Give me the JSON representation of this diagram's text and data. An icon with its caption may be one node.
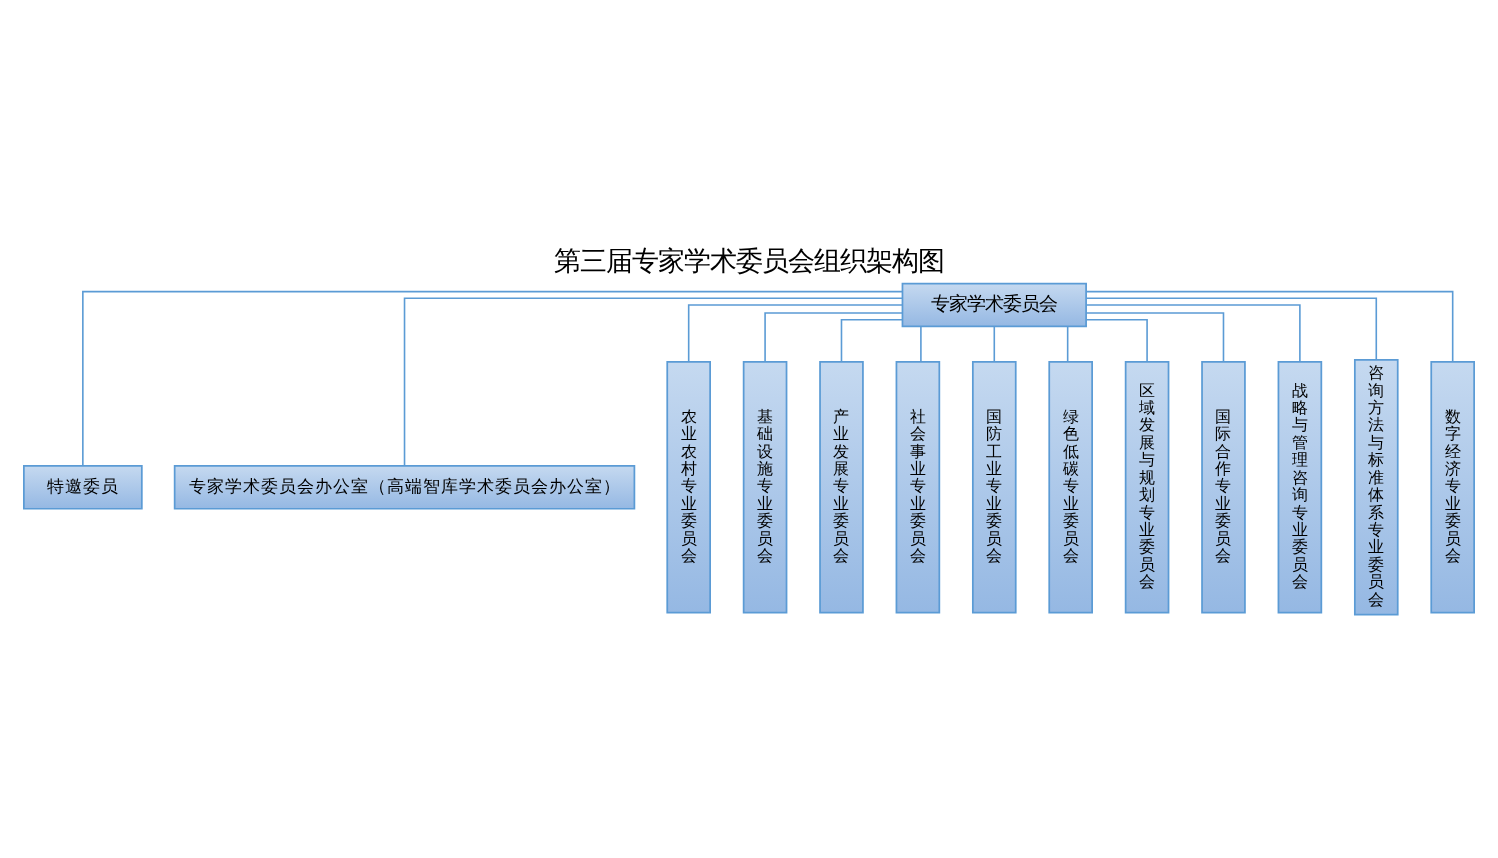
{
  "diagram": {
    "title": "第三届专家学术委员会组织架构图",
    "nodes": [
      {
        "text": [
          "专家学术委员会"
        ]
      },
      {
        "text": [
          "特邀委员"
        ]
      },
      {
        "text": [
          "专家学术委员会办公室（高端智库学术委员会办公室）"
        ]
      },
      {
        "text": [
          "农业农村专业委员会"
        ]
      },
      {
        "text": [
          "基础设施专业委员会"
        ]
      },
      {
        "text": [
          "产业发展专业委员会"
        ]
      },
      {
        "text": [
          "社会事业专业委员会"
        ]
      },
      {
        "text": [
          "国防工业专业委员会"
        ]
      },
      {
        "text": [
          "绿色低碳专业委员会"
        ]
      },
      {
        "text": [
          "区域发展与规划专业委员会"
        ]
      },
      {
        "text": [
          "国际合作专业委员会"
        ]
      },
      {
        "text": [
          "战略与管理咨询专业委员会"
        ]
      },
      {
        "text": [
          "咨询方法与标准体系专业委员会"
        ]
      },
      {
        "text": [
          "数字经济专业委员会"
        ]
      }
    ],
    "edges": [
      {
        "from": 0,
        "to": 1,
        "arrow": "none"
      },
      {
        "from": 0,
        "to": 2,
        "arrow": "none"
      },
      {
        "from": 0,
        "to": 3,
        "arrow": "none"
      },
      {
        "from": 0,
        "to": 4,
        "arrow": "none"
      },
      {
        "from": 0,
        "to": 5,
        "arrow": "none"
      },
      {
        "from": 0,
        "to": 6,
        "arrow": "none"
      },
      {
        "from": 0,
        "to": 7,
        "arrow": "none"
      },
      {
        "from": 0,
        "to": 8,
        "arrow": "none"
      },
      {
        "from": 0,
        "to": 9,
        "arrow": "none"
      },
      {
        "from": 0,
        "to": 10,
        "arrow": "none"
      },
      {
        "from": 0,
        "to": 11,
        "arrow": "none"
      },
      {
        "from": 0,
        "to": 12,
        "arrow": "none"
      },
      {
        "from": 0,
        "to": 13,
        "arrow": "none"
      }
    ]
  }
}
